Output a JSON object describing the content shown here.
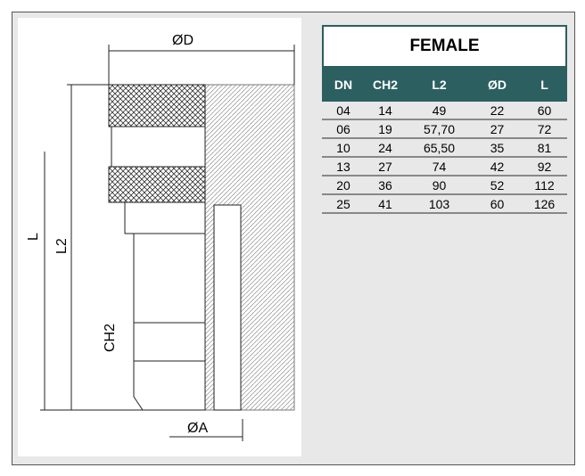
{
  "drawing": {
    "labels": {
      "od": "ØD",
      "l": "L",
      "l2": "L2",
      "ch2": "CH2",
      "oa": "ØA"
    }
  },
  "table": {
    "title": "FEMALE",
    "headers": [
      "DN",
      "CH2",
      "L2",
      "ØD",
      "L"
    ],
    "rows": [
      [
        "04",
        "14",
        "49",
        "22",
        "60"
      ],
      [
        "06",
        "19",
        "57,70",
        "27",
        "72"
      ],
      [
        "10",
        "24",
        "65,50",
        "35",
        "81"
      ],
      [
        "13",
        "27",
        "74",
        "42",
        "92"
      ],
      [
        "20",
        "36",
        "90",
        "52",
        "112"
      ],
      [
        "25",
        "41",
        "103",
        "60",
        "126"
      ]
    ]
  },
  "colors": {
    "header": "#2c5f60"
  }
}
